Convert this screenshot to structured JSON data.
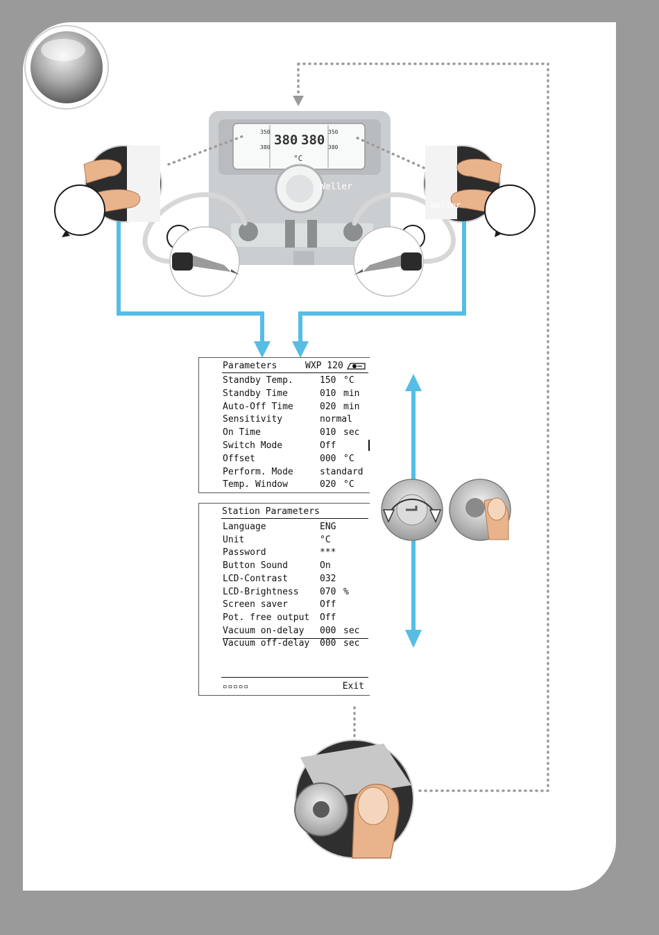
{
  "station_display": {
    "left_temp": "380",
    "right_temp": "380",
    "small_left_top": "350",
    "small_left_mid": "380",
    "small_right_top": "350",
    "small_right_mid": "380",
    "unit": "°C",
    "brand": "Weller"
  },
  "parameters_screen": {
    "title": "Parameters",
    "model": "WXP 120",
    "rows": [
      {
        "label": "Standby Temp.",
        "value": "150",
        "unit": "°C"
      },
      {
        "label": "Standby Time",
        "value": "010",
        "unit": "min"
      },
      {
        "label": "Auto-Off Time",
        "value": "020",
        "unit": "min"
      },
      {
        "label": "Sensitivity",
        "value": "normal",
        "unit": ""
      },
      {
        "label": "On Time",
        "value": "010",
        "unit": "sec"
      },
      {
        "label": "Switch Mode",
        "value": "Off",
        "unit": ""
      },
      {
        "label": "Offset",
        "value": "000",
        "unit": "°C"
      },
      {
        "label": "Perform. Mode",
        "value": "standard",
        "unit": ""
      },
      {
        "label": "Temp. Window",
        "value": "020",
        "unit": "°C"
      }
    ]
  },
  "station_parameters_screen": {
    "title": "Station Parameters",
    "rows": [
      {
        "label": "Language",
        "value": "ENG",
        "unit": ""
      },
      {
        "label": "Unit",
        "value": "°C",
        "unit": ""
      },
      {
        "label": "Password",
        "value": "***",
        "unit": ""
      },
      {
        "label": "Button Sound",
        "value": "On",
        "unit": ""
      },
      {
        "label": "LCD-Contrast",
        "value": "032",
        "unit": ""
      },
      {
        "label": "LCD-Brightness",
        "value": "070",
        "unit": "%"
      },
      {
        "label": "Screen saver",
        "value": "Off",
        "unit": ""
      },
      {
        "label": "Pot. free output",
        "value": "Off",
        "unit": ""
      },
      {
        "label": "Vacuum on-delay",
        "value": "000",
        "unit": "sec"
      },
      {
        "label": "Vacuum off-delay",
        "value": "000",
        "unit": "sec"
      }
    ],
    "footer_dots": "▫▫▫▫▫",
    "exit_label": "Exit"
  },
  "knob": {
    "minus": "-",
    "plus": "+"
  },
  "colors": {
    "accent_blue": "#55bde6",
    "page_bg": "#9a9a9a"
  }
}
